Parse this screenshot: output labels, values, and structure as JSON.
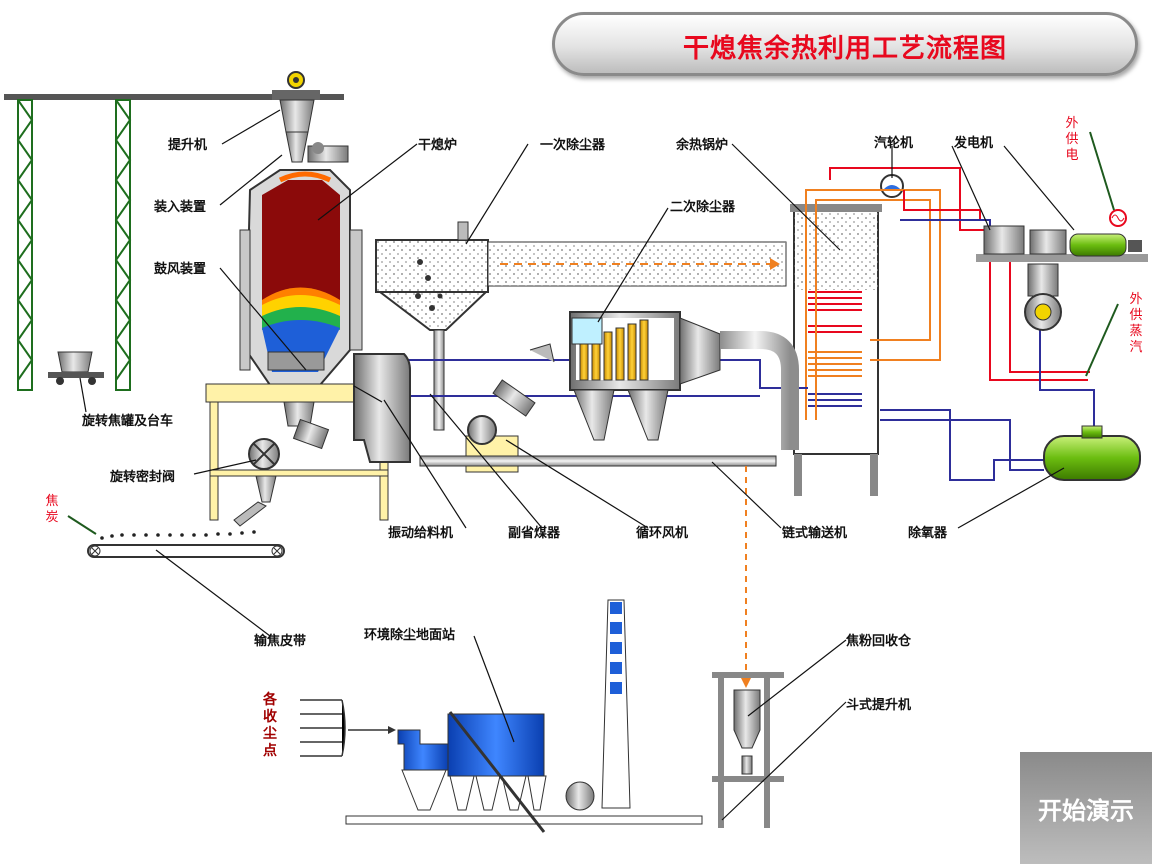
{
  "title": "干熄焦余热利用工艺流程图",
  "labels": {
    "hoist": "提升机",
    "charging": "装入装置",
    "blower": "鼓风装置",
    "rotary_tank": "旋转焦罐及台车",
    "rotary_seal": "旋转密封阀",
    "cdq_furnace": "干熄炉",
    "primary_dust": "一次除尘器",
    "secondary_dust": "二次除尘器",
    "boiler": "余热锅炉",
    "turbine": "汽轮机",
    "generator": "发电机",
    "vib_feeder": "振动给料机",
    "economizer": "副省煤器",
    "circ_fan": "循环风机",
    "chain_conveyor": "链式输送机",
    "deaerator": "除氧器",
    "coke_belt": "输焦皮带",
    "ground_station": "环境除尘地面站",
    "powder_bin": "焦粉回收仓",
    "bucket_elevator": "斗式提升机"
  },
  "side_labels": {
    "ext_power": "外供电",
    "ext_steam": "外供蒸汽",
    "coke": "焦炭",
    "dust_points": "各收尘点"
  },
  "demo_button": "开始演示",
  "colors": {
    "title": "#e8081e",
    "hot_coke": "#8b0a0a",
    "gas_line": "#2e2e9a",
    "steam_line": "#e8081e",
    "water_line": "#f08020",
    "equipment_blue": "#1e5fd8",
    "deaerator": "#5aa800"
  }
}
